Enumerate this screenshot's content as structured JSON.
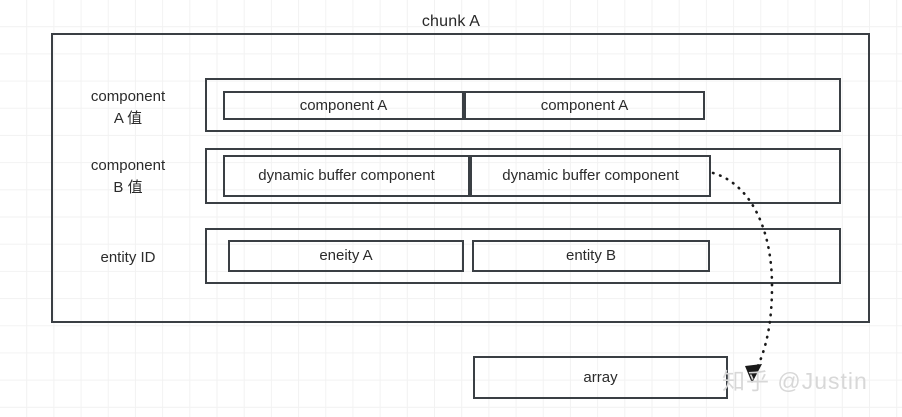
{
  "diagram": {
    "title": "chunk A",
    "rows": [
      {
        "label_line1": "component",
        "label_line2": "A 值",
        "cells": [
          "component A",
          "component A"
        ]
      },
      {
        "label_line1": "component",
        "label_line2": "B 值",
        "cells": [
          "dynamic buffer component",
          "dynamic buffer component"
        ]
      },
      {
        "label_line1": "entity ID",
        "label_line2": "",
        "cells": [
          "eneity A",
          "entity B"
        ]
      }
    ],
    "array_box": {
      "label": "array"
    },
    "connector": {
      "name": "dotted-curved-arrow",
      "from": "component B 值 second cell",
      "to": "array box",
      "style": "dotted",
      "color": "#1a1a1a"
    },
    "watermark": "知乎 @Justin",
    "colors": {
      "stroke": "#3a3f44",
      "text": "#2b2b2b",
      "background": "#ffffff",
      "grid": "#f2f2f2",
      "watermark": "#d8d8d8"
    }
  }
}
